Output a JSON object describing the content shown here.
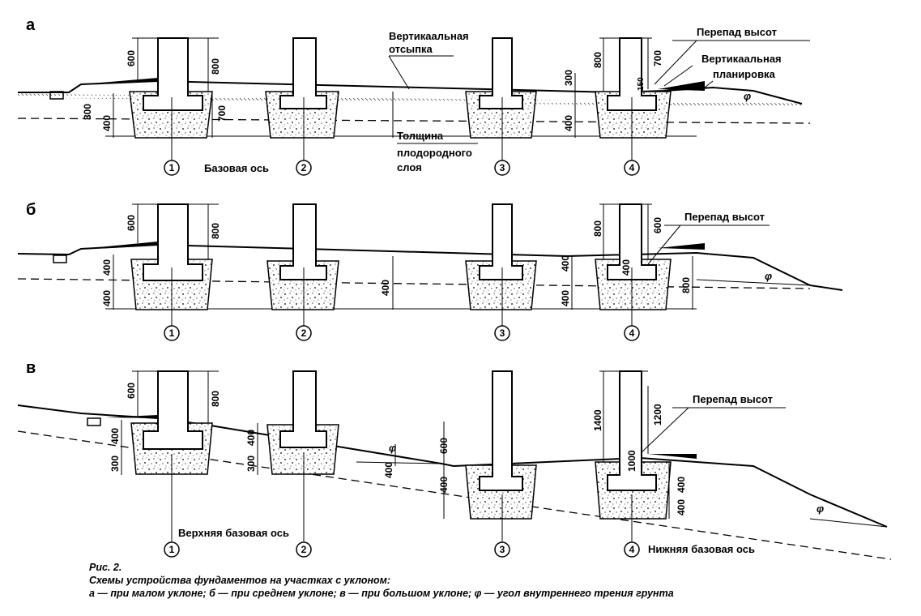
{
  "panels": {
    "a": {
      "letter": "а",
      "base_axis": "Базовая ось",
      "fill_label": [
        "Вертикаальная",
        "отсыпка"
      ],
      "height_diff": "Перепад высот",
      "planning": [
        "Вертикаальная",
        "планировка"
      ],
      "fertile": [
        "Толщина",
        "плодородного",
        "слоя"
      ],
      "phi": "φ",
      "dims": [
        "600",
        "800",
        "300",
        "400",
        "700",
        "300",
        "400",
        "800",
        "700",
        "150"
      ]
    },
    "b": {
      "letter": "б",
      "height_diff": "Перепад высот",
      "phi": "φ",
      "dims": [
        "600",
        "800",
        "400",
        "400",
        "400",
        "400",
        "400",
        "800",
        "600",
        "400",
        "800"
      ]
    },
    "c": {
      "letter": "в",
      "upper_axis": "Верхняя базовая ось",
      "lower_axis": "Нижняя базовая ось",
      "height_diff": "Перепад высот",
      "phi": "φ",
      "dims": [
        "600",
        "800",
        "400",
        "300",
        "400",
        "300",
        "600",
        "400",
        "400",
        "1400",
        "1200",
        "1000",
        "400",
        "400"
      ]
    }
  },
  "axes": [
    "1",
    "2",
    "3",
    "4"
  ],
  "caption": {
    "title": "Рис. 2.",
    "subtitle": "Схемы устройства фундаментов на участках с уклоном:",
    "legend": "а — при малом уклоне;   б — при среднем уклоне;   в — при большом уклоне;  φ — угол внутреннего трения грунта"
  }
}
